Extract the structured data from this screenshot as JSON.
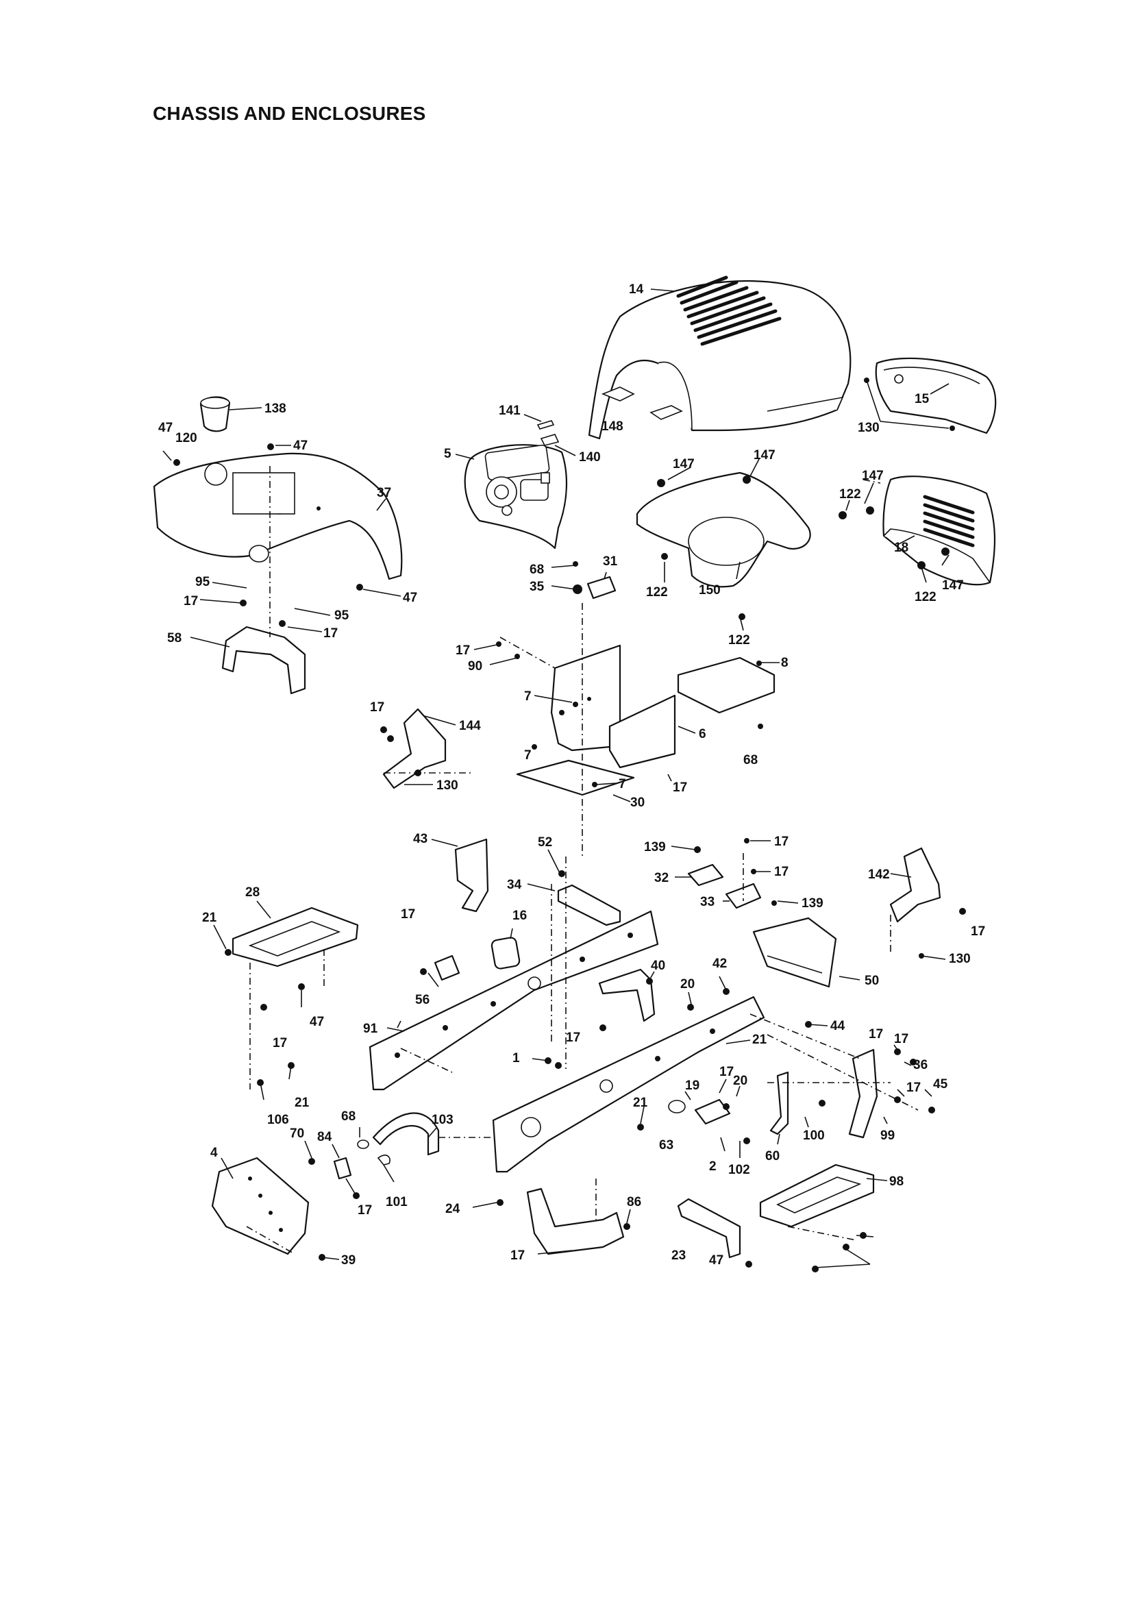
{
  "title": "CHASSIS AND ENCLOSURES",
  "callouts": [
    "14",
    "15",
    "130",
    "148",
    "141",
    "140",
    "5",
    "138",
    "47",
    "120",
    "47",
    "37",
    "47",
    "95",
    "17",
    "95",
    "17",
    "58",
    "147",
    "147",
    "147",
    "122",
    "150",
    "122",
    "122",
    "18",
    "122",
    "147",
    "68",
    "31",
    "35",
    "17",
    "90",
    "8",
    "7",
    "144",
    "17",
    "6",
    "68",
    "7",
    "7",
    "17",
    "130",
    "30",
    "43",
    "52",
    "139",
    "17",
    "32",
    "17",
    "33",
    "139",
    "142",
    "17",
    "130",
    "34",
    "28",
    "21",
    "16",
    "17",
    "40",
    "50",
    "42",
    "20",
    "56",
    "47",
    "17",
    "91",
    "17",
    "44",
    "17",
    "17",
    "36",
    "1",
    "21",
    "17",
    "45",
    "17",
    "20",
    "19",
    "106",
    "21",
    "21",
    "100",
    "99",
    "68",
    "103",
    "70",
    "84",
    "63",
    "60",
    "2",
    "102",
    "4",
    "101",
    "17",
    "24",
    "86",
    "98",
    "39",
    "17",
    "23",
    "47"
  ]
}
